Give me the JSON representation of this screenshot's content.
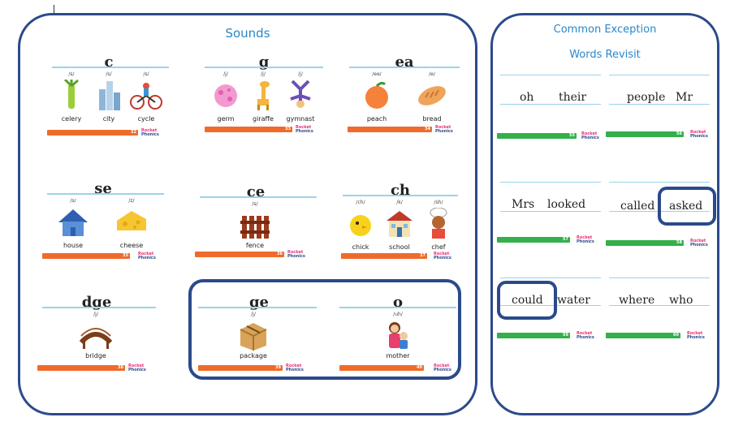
{
  "sounds": {
    "title": "Sounds",
    "cards": [
      {
        "head": "c",
        "items": [
          {
            "phon": "/s/",
            "word": "celery",
            "icon": "celery-icon"
          },
          {
            "phon": "/s/",
            "word": "city",
            "icon": "city-icon"
          },
          {
            "phon": "/s/",
            "word": "cycle",
            "icon": "cycle-icon"
          }
        ],
        "page": "32"
      },
      {
        "head": "g",
        "items": [
          {
            "phon": "/j/",
            "word": "germ",
            "icon": "germ-icon"
          },
          {
            "phon": "/j/",
            "word": "giraffe",
            "icon": "giraffe-icon"
          },
          {
            "phon": "/j/",
            "word": "gymnast",
            "icon": "gymnast-icon"
          }
        ],
        "page": "33"
      },
      {
        "head": "ea",
        "items": [
          {
            "phon": "/ee/",
            "word": "peach",
            "icon": "peach-icon"
          },
          {
            "phon": "/e/",
            "word": "bread",
            "icon": "bread-icon"
          }
        ],
        "page": "34"
      },
      {
        "head": "se",
        "items": [
          {
            "phon": "/s/",
            "word": "house",
            "icon": "house-icon"
          },
          {
            "phon": "/z/",
            "word": "cheese",
            "icon": "cheese-icon"
          }
        ],
        "page": "35"
      },
      {
        "head": "ce",
        "items": [
          {
            "phon": "/s/",
            "word": "fence",
            "icon": "fence-icon"
          }
        ],
        "page": "36"
      },
      {
        "head": "ch",
        "items": [
          {
            "phon": "/ch/",
            "word": "chick",
            "icon": "chick-icon"
          },
          {
            "phon": "/k/",
            "word": "school",
            "icon": "school-icon"
          },
          {
            "phon": "/sh/",
            "word": "chef",
            "icon": "chef-icon"
          }
        ],
        "page": "37"
      },
      {
        "head": "dge",
        "items": [
          {
            "phon": "/j/",
            "word": "bridge",
            "icon": "bridge-icon"
          }
        ],
        "page": "38"
      },
      {
        "head": "ge",
        "items": [
          {
            "phon": "/j/",
            "word": "package",
            "icon": "package-icon"
          }
        ],
        "page": "39"
      },
      {
        "head": "o",
        "items": [
          {
            "phon": "/uh/",
            "word": "mother",
            "icon": "mother-icon"
          }
        ],
        "page": "40"
      }
    ]
  },
  "exceptions": {
    "title_line1": "Common Exception",
    "title_line2": "Words Revisit",
    "cards": [
      {
        "words": [
          "oh",
          "their"
        ],
        "page": "55"
      },
      {
        "words": [
          "people",
          "Mr"
        ],
        "page": "56"
      },
      {
        "words": [
          "Mrs",
          "looked"
        ],
        "page": "57"
      },
      {
        "words": [
          "called",
          "asked"
        ],
        "page": "58"
      },
      {
        "words": [
          "could",
          "water"
        ],
        "page": "59"
      },
      {
        "words": [
          "where",
          "who"
        ],
        "page": "60"
      }
    ]
  },
  "logo": {
    "line1": "Rocket",
    "line2": "Phonics"
  },
  "colors": {
    "panel_border": "#2b4a8b",
    "title": "#2a86c9",
    "sound_bar": "#ef6b2c",
    "exception_bar": "#33b04a",
    "guide_line": "#9ad3ee"
  }
}
